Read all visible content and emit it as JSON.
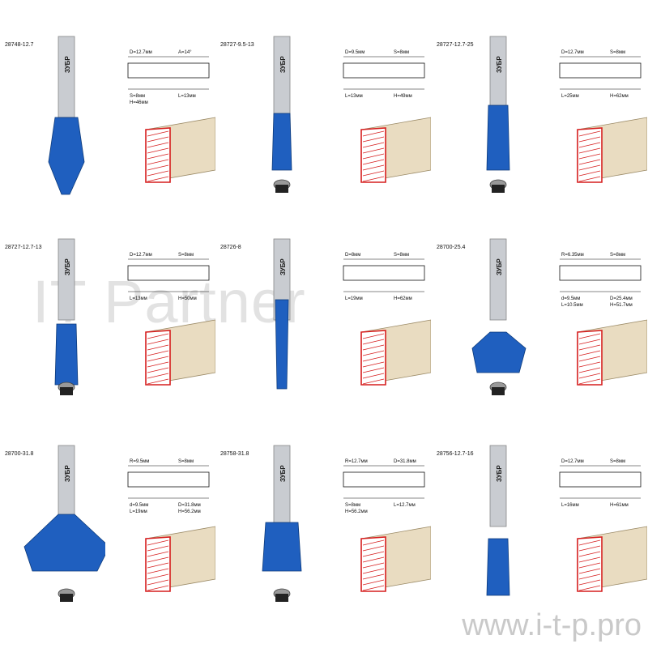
{
  "watermark": "IT Partner",
  "site": "www.i-t-p.pro",
  "brand": "ЗУБР",
  "products": [
    {
      "code": "28748-12.7",
      "labels": [
        "D=12.7мм",
        "A=14°",
        "S=8мм",
        "L=13мм",
        "H=46мм"
      ]
    },
    {
      "code": "28727-9.5-13",
      "labels": [
        "D=9.5мм",
        "S=8мм",
        "L=13мм",
        "H=49мм"
      ]
    },
    {
      "code": "28727-12.7-25",
      "labels": [
        "D=12.7мм",
        "S=8мм",
        "L=25мм",
        "H=62мм"
      ]
    },
    {
      "code": "28727-12.7-13",
      "labels": [
        "D=12.7мм",
        "S=8мм",
        "L=13мм",
        "H=50мм"
      ]
    },
    {
      "code": "28726-8",
      "labels": [
        "D=8мм",
        "S=8мм",
        "L=19мм",
        "H=62мм"
      ]
    },
    {
      "code": "28700-25.4",
      "labels": [
        "R=6.35мм",
        "S=8мм",
        "d=9.5мм",
        "D=25.4мм",
        "L=10.5мм",
        "H=51.7мм"
      ]
    },
    {
      "code": "28700-31.8",
      "labels": [
        "R=9.5мм",
        "S=8мм",
        "d=9.5мм",
        "D=31.8мм",
        "L=19мм",
        "H=56.2мм"
      ]
    },
    {
      "code": "28758-31.8",
      "labels": [
        "R=12.7мм",
        "D=31.8мм",
        "S=8мм",
        "L=12.7мм",
        "H=56.2мм"
      ]
    },
    {
      "code": "28756-12.7-16",
      "labels": [
        "D=12.7мм",
        "S=8мм",
        "L=16мм",
        "H=61мм"
      ]
    }
  ],
  "colors": {
    "shank": "#c9ccd1",
    "blue": "#1f5fbf",
    "red": "#d61e1e",
    "wood": "#e9dcc1"
  }
}
